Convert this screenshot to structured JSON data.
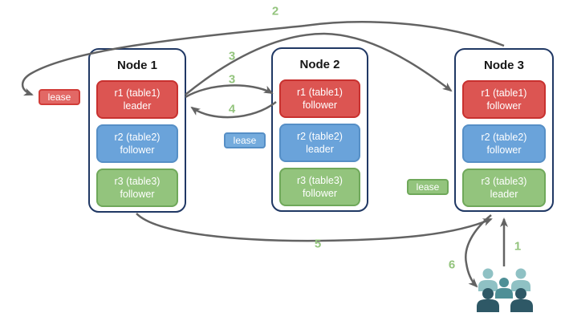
{
  "nodes": [
    {
      "title": "Node 1",
      "replicas": [
        {
          "name": "r1 (table1)",
          "role": "leader"
        },
        {
          "name": "r2 (table2)",
          "role": "follower"
        },
        {
          "name": "r3 (table3)",
          "role": "follower"
        }
      ]
    },
    {
      "title": "Node 2",
      "replicas": [
        {
          "name": "r1 (table1)",
          "role": "follower"
        },
        {
          "name": "r2 (table2)",
          "role": "leader"
        },
        {
          "name": "r3 (table3)",
          "role": "follower"
        }
      ]
    },
    {
      "title": "Node 3",
      "replicas": [
        {
          "name": "r1 (table1)",
          "role": "follower"
        },
        {
          "name": "r2 (table2)",
          "role": "follower"
        },
        {
          "name": "r3 (table3)",
          "role": "leader"
        }
      ]
    }
  ],
  "leases": {
    "red": "lease",
    "blue": "lease",
    "green": "lease"
  },
  "steps": {
    "s1": "1",
    "s2": "2",
    "s3a": "3",
    "s3b": "3",
    "s4": "4",
    "s5": "5",
    "s6": "6"
  },
  "colors": {
    "leader_red_fill": "#dc5552",
    "leader_red_border": "#c8312f",
    "follower_blue_fill": "#6aa3da",
    "follower_blue_border": "#568fc6",
    "green_fill": "#93c47d",
    "green_border": "#6fa85a",
    "node_border": "#203864",
    "arrow_gray": "#636363",
    "step_label_green": "#93c47d",
    "users_back": "#8fc1c4",
    "users_middle": "#4e8f96",
    "users_front": "#2e5866"
  }
}
